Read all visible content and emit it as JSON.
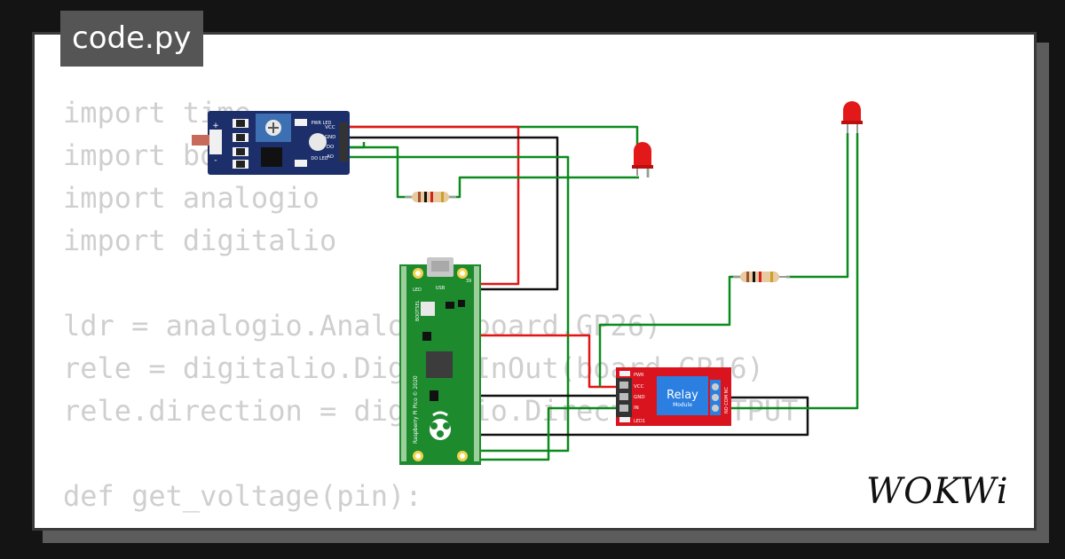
{
  "file_tab": {
    "label": "code.py"
  },
  "code_lines": [
    "import time",
    "import board",
    "import analogio",
    "import digitalio",
    "",
    "ldr = analogio.AnalogIn(board.GP26)",
    "rele = digitalio.DigitalInOut(board.GP16)",
    "rele.direction = digitalio.Direction.OUTPUT",
    "",
    "def get_voltage(pin):"
  ],
  "ldr_module": {
    "pin_labels": [
      "VCC",
      "GND",
      "DO",
      "AO"
    ],
    "pwr_led_label": "PWR LED",
    "do_led_label": "DO LED",
    "plus_label": "+",
    "minus_label": "-"
  },
  "pico": {
    "board_text": "Raspberry Pi Pico © 2020",
    "led_label": "LED",
    "usb_label": "USB",
    "bootsel_label": "BOOTSEL",
    "pin_label": "39"
  },
  "relay": {
    "title": "Relay",
    "subtitle": "Module",
    "pin_labels": [
      "VCC",
      "GND",
      "IN"
    ],
    "pwr_label": "PWR",
    "led_label": "LED1",
    "terminal_label": "NO COM NC"
  },
  "logo": {
    "text": "WOKWi"
  },
  "colors": {
    "wire_green": "#0c8a1e",
    "wire_black": "#111111",
    "wire_red": "#e41414",
    "pico_green": "#1d8a2e",
    "relay_red": "#d9141e",
    "ldr_blue": "#1c2f6b",
    "led_red": "#e31919"
  }
}
